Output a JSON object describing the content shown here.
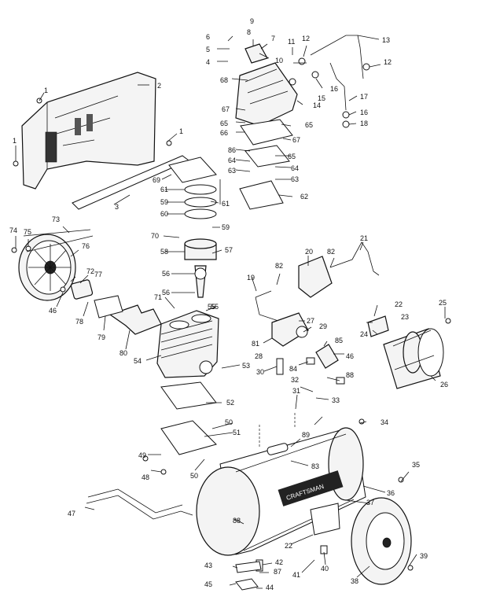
{
  "labels": {
    "l1a": "1",
    "l1b": "1",
    "l1c": "1",
    "l2": "2",
    "l3": "3",
    "l4": "4",
    "l5": "5",
    "l6": "6",
    "l7": "7",
    "l8": "8",
    "l9": "9",
    "l10": "10",
    "l11": "11",
    "l12a": "12",
    "l12b": "12",
    "l13": "13",
    "l14": "14",
    "l15": "15",
    "l16a": "16",
    "l16b": "16",
    "l17": "17",
    "l18": "18",
    "l19": "19",
    "l20": "20",
    "l21": "21",
    "l22a": "22",
    "l22b": "22",
    "l23": "23",
    "l24": "24",
    "l25": "25",
    "l26": "26",
    "l27": "27",
    "l28": "28",
    "l29": "29",
    "l30": "30",
    "l31": "31",
    "l32": "32",
    "l33": "33",
    "l34": "34",
    "l35": "35",
    "l36": "36",
    "l37": "37",
    "l38": "38",
    "l39": "39",
    "l40": "40",
    "l41": "41",
    "l42": "42",
    "l43": "43",
    "l44": "44",
    "l45": "45",
    "l46a": "46",
    "l46b": "46",
    "l47": "47",
    "l48": "48",
    "l49": "49",
    "l50a": "50",
    "l50b": "50",
    "l51": "51",
    "l52": "52",
    "l53": "53",
    "l54": "54",
    "l55a": "55",
    "l55b": "55",
    "l56a": "56",
    "l56b": "56",
    "l57": "57",
    "l58": "58",
    "l59a": "59",
    "l59b": "59",
    "l60": "60",
    "l61a": "61",
    "l61b": "61",
    "l62": "62",
    "l63a": "63",
    "l63b": "63",
    "l64a": "64",
    "l64b": "64",
    "l65a": "65",
    "l65b": "65",
    "l65c": "65",
    "l66": "66",
    "l67a": "67",
    "l67b": "67",
    "l68": "68",
    "l69": "69",
    "l70": "70",
    "l71": "71",
    "l72": "72",
    "l73": "73",
    "l74": "74",
    "l75": "75",
    "l76": "76",
    "l77": "77",
    "l78": "78",
    "l79": "79",
    "l80": "80",
    "l81": "81",
    "l82a": "82",
    "l82b": "82",
    "l83": "83",
    "l84": "84",
    "l85": "85",
    "l86": "86",
    "l87": "87",
    "l88a": "88",
    "l88b": "88",
    "l89": "89"
  },
  "tank_text": "CRAFTSMAN"
}
